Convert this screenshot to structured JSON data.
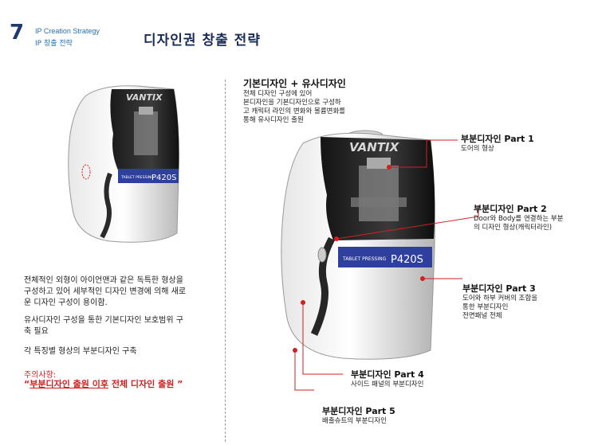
{
  "header": {
    "page_number": "7",
    "subtitle_en": "IP Creation Strategy",
    "subtitle_ko": "IP 창출 전략",
    "title": "디자인권 창출 전략"
  },
  "machine": {
    "brand": "VANTIX",
    "label_small": "TABLET PRESSING",
    "model": "P420S"
  },
  "left_text": {
    "para1": [
      "전체적인 외형이 아이언맨과 같은 독특한 형상을",
      "구성하고 있어 세부적인 디자인 변경에 의해 새로",
      "운 디자인 구성이 용이함."
    ],
    "para2": [
      "유사디자인 구성을 통한 기본디자인 보호범위 구",
      "축 필요"
    ],
    "para3": "각 특징별 형상의 부분디자인 구축",
    "caution_label": "주의사항:",
    "caution_quote_open": "“",
    "caution_underlined": "부분디자인 출원 이후",
    "caution_rest": " 전체 디자인 출원 ",
    "caution_quote_close": "”"
  },
  "right_header": {
    "title": "기본디자인 + 유사디자인",
    "lines": [
      "전체 디자인 구성에 있어",
      "본디자인을 기본디자인으로 구성하",
      "고 캐릭터 라인의 변화와 볼륨변화를",
      "통해 유사디자인 출원"
    ]
  },
  "parts": [
    {
      "title": "부분디자인 Part 1",
      "lines": [
        "도어의 형상"
      ]
    },
    {
      "title": "부분디자인 Part 2",
      "lines": [
        "Door와 Body를 연결하는 부분",
        "의 디자인 형상(캐릭터라인)"
      ]
    },
    {
      "title": "부분디자인 Part 3",
      "lines": [
        "도어와 하부 커버의 조합을",
        "통한 부분디자인",
        "전면패널 전체"
      ]
    },
    {
      "title": "부분디자인 Part 4",
      "lines": [
        "사이드 패널의 부분디자인"
      ]
    },
    {
      "title": "부분디자인 Part 5",
      "lines": [
        "배출슈트의 부분디자인"
      ]
    }
  ],
  "colors": {
    "accent_red": "#d02020",
    "title_blue": "#1a2d5a",
    "panel_blue": "#2f3f9e",
    "subtitle_blue": "#2a6fb0"
  }
}
